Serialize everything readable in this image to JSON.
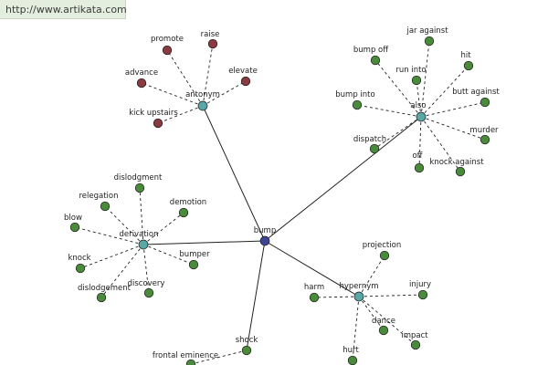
{
  "header": {
    "url": "http://www.artikata.com"
  },
  "colors": {
    "center": "#3f4596",
    "hub": "#5aa7a7",
    "leaf_green": "#4a8b3b",
    "leaf_red": "#8a3a40",
    "edge": "#222222"
  },
  "graph": {
    "center": {
      "label": "bump"
    },
    "hubs": [
      {
        "label": "antonym",
        "leaf_color": "red",
        "leaves": [
          "promote",
          "raise",
          "advance",
          "elevate",
          "kick upstairs"
        ]
      },
      {
        "label": "also",
        "leaf_color": "green",
        "leaves": [
          "jar against",
          "bump off",
          "run into",
          "hit",
          "bump into",
          "butt against",
          "dispatch",
          "murder",
          "off",
          "knock against"
        ]
      },
      {
        "label": "derivation",
        "leaf_color": "green",
        "leaves": [
          "dislodgment",
          "relegation",
          "demotion",
          "blow",
          "knock",
          "bumper",
          "dislodgement",
          "discovery"
        ]
      },
      {
        "label": "hypernym",
        "leaf_color": "green",
        "leaves": [
          "projection",
          "harm",
          "injury",
          "dance",
          "impact",
          "hurt"
        ]
      },
      {
        "label": "shock",
        "leaf_color": "green",
        "leaves": [
          "frontal eminence"
        ]
      }
    ]
  }
}
